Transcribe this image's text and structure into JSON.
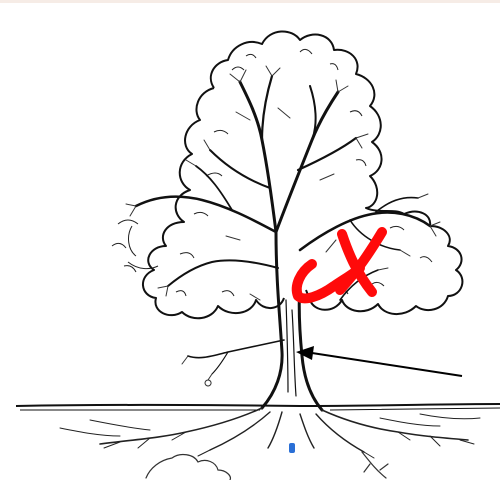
{
  "illustration": {
    "subject": "tree-line-drawing-with-roots",
    "annotation_mark": "X",
    "annotation_mark_meaning": "red-check-and-cross-mark",
    "pointer": "arrow-pointing-at-trunk-base"
  },
  "colors": {
    "background": "#ffffff",
    "top_strip": "#f6ece6",
    "ink": "#111111",
    "annotation_red": "#ff0a0a",
    "arrow": "#000000",
    "small_blue_mark": "#2a6fd6"
  }
}
